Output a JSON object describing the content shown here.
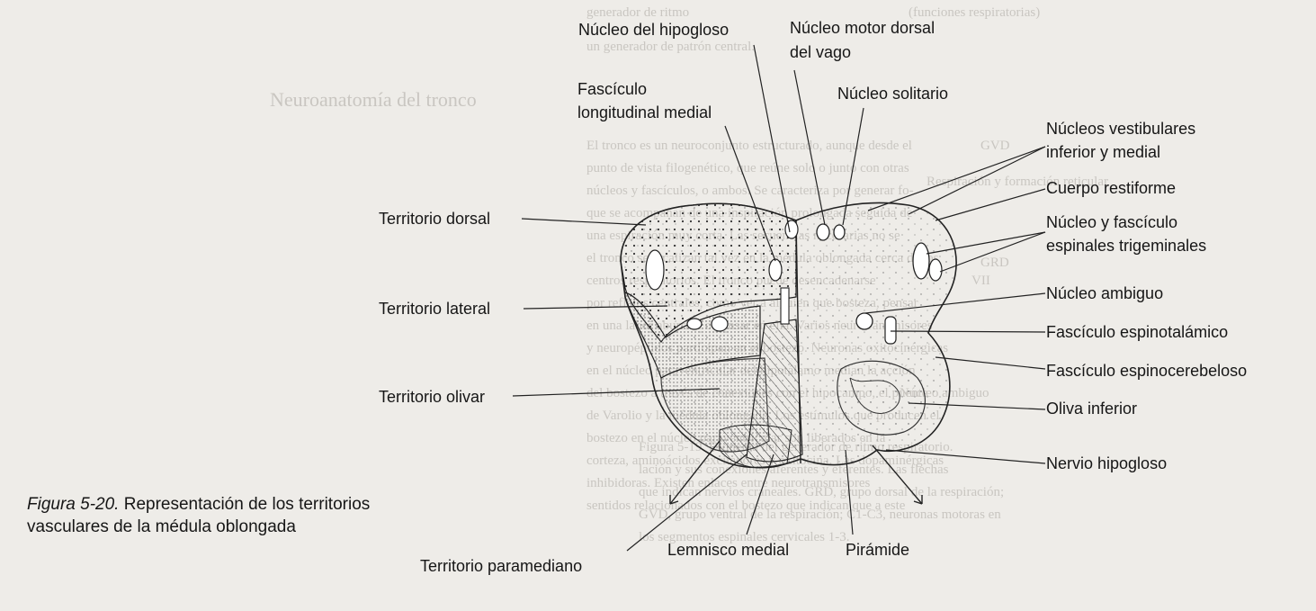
{
  "background_text_left": [
    "generador de ritmo",
    "un generador de patrón central.",
    "Neuroanatomía del tronco",
    "El tronco es un neuroconjunto estructurado, aunque desde el",
    "punto de vista filogenético, que reúne solo o junto con otras",
    "núcleos y fascículos, o ambos. Se caracteriza por generar fo-",
    "que se acompañan de una inspiración prolongada seguida de",
    "una espiración muy corta. Las secuencias necesarias no se",
    "el tronco se localizan tal vez en la médula oblongada cerca de los",
    "centros respiratorios. El tronco puede desencadenarse",
    "por reflejos centrales, como ver a alguien que bosteza, pensar",
    "en una labor aburrida o pensar en ella. Varios neurotransmisores",
    "y neuropéptidos participan en el bostezo. Neuronas oxitocinérgicas",
    "en el núcleo paraventricular del hipotálamo median la acción",
    "del bostezo a través de conexiones con el hipocampo, el puente",
    "de Varolio y la médula oblongada. Los estímulos que producen el",
    "bostezo en el núcleo paraventricular son liberados en la",
    "corteza, aminoácidos excitadores y oxitocina. Las dopaminérgicas",
    "inhibidoras. Existen enlaces entre neurotransmisores",
    "sentidos relacionados con el bostezo que indican que a este"
  ],
  "background_text_right": [
    "(funciones respiratorias)",
    "GVD",
    "Respiración y formación reticular",
    "GRD",
    "VII",
    "Núcleo ambiguo",
    "Figura 5-19. Esquema del generador de ritmo respiratorio.",
    "lación y sus conexiones aferentes y eferentes. Las flechas",
    "que indican nervios craneales. GRD, grupo dorsal de la respiración;",
    "GVD, grupo ventral de la respiración; C1-C3, neuronas motoras en",
    "los segmentos espinales cervicales 1-3."
  ],
  "labels_left": {
    "territorio_dorsal": "Territorio dorsal",
    "territorio_lateral": "Territorio lateral",
    "territorio_olivar": "Territorio olivar",
    "territorio_paramediano": "Territorio paramediano"
  },
  "labels_top": {
    "nucleo_hipogloso": "Núcleo del hipogloso",
    "nucleo_motor_vago_1": "Núcleo motor dorsal",
    "nucleo_motor_vago_2": "del vago",
    "fasciculo_long_1": "Fascículo",
    "fasciculo_long_2": "longitudinal medial",
    "nucleo_solitario": "Núcleo solitario"
  },
  "labels_right": {
    "nucleos_vestibulares_1": "Núcleos vestibulares",
    "nucleos_vestibulares_2": "inferior y medial",
    "cuerpo_restiforme": "Cuerpo restiforme",
    "nucleo_trigeminal_1": "Núcleo y fascículo",
    "nucleo_trigeminal_2": "espinales trigeminales",
    "nucleo_ambiguo": "Núcleo ambiguo",
    "fasciculo_espinotalamico": "Fascículo espinotalámico",
    "fasciculo_espinocerebeloso": "Fascículo espinocerebeloso",
    "oliva_inferior": "Oliva inferior",
    "nervio_hipogloso": "Nervio hipogloso"
  },
  "labels_bottom": {
    "lemnisco_medial": "Lemnisco medial",
    "piramide": "Pirámide"
  },
  "caption": {
    "figure_number": "Figura 5-20.",
    "text": "Representación de los territorios vasculares de la médula oblongada"
  }
}
